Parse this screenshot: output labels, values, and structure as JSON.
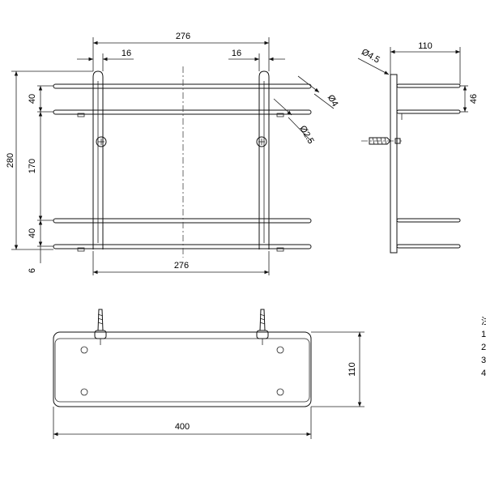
{
  "front_view": {
    "top_width": "276",
    "left_offset": "16",
    "right_offset": "16",
    "overall_height": "280",
    "top_gap": "40",
    "middle_gap": "170",
    "bottom_gap": "40",
    "base_offset": "6",
    "bottom_width": "276",
    "rod_diameter": "Ø4",
    "wire_diameter": "Ø2.5"
  },
  "side_view": {
    "depth": "110",
    "hole_diameter": "Ø4.5",
    "shelf_height": "46"
  },
  "top_view": {
    "width": "400",
    "depth": "110"
  },
  "notes": {
    "lines": [
      "注",
      "1",
      "2",
      "3",
      "4"
    ]
  }
}
